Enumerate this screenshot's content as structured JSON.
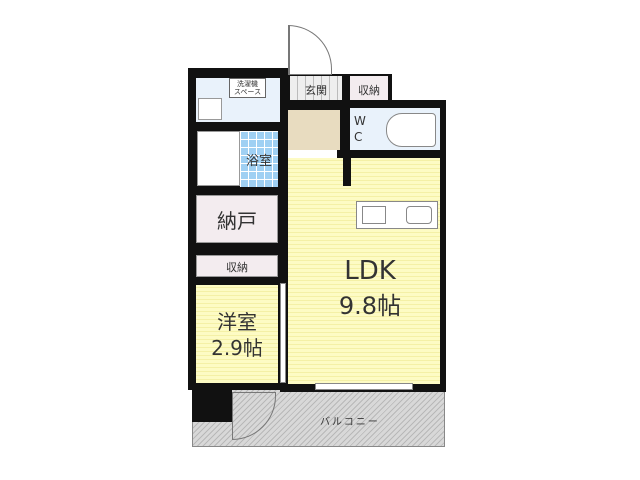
{
  "rooms": {
    "washer": "洗濯機\nスペース",
    "bath": "浴室",
    "nando": "納戸",
    "storage_left": "収納",
    "western": "洋室",
    "western_size": "2.9帖",
    "genkan": "玄関",
    "storage_entry": "収納",
    "wc_w": "W",
    "wc_c": "C",
    "ldk": "LDK",
    "ldk_size": "9.8帖",
    "balcony": "バルコニー"
  },
  "colors": {
    "room": "#fdfbc4",
    "bath": "#9fd0f3",
    "wall": "#111111",
    "balcony": "#c8c8c8"
  }
}
